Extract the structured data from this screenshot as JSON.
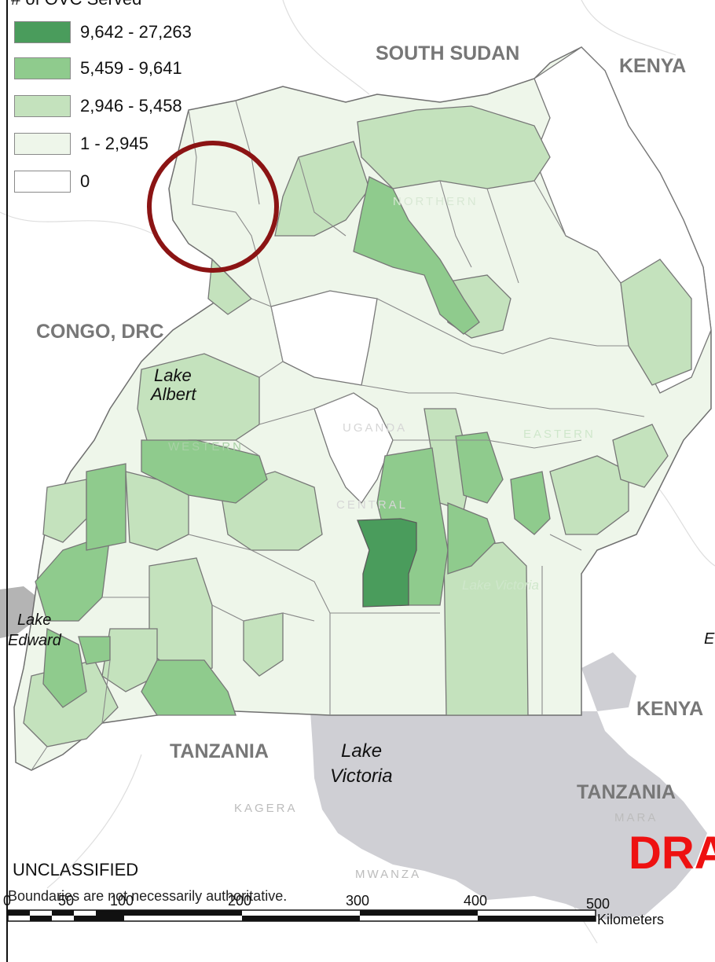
{
  "legend": {
    "title": "# of OVC Served",
    "items": [
      {
        "label": "9,642 - 27,263",
        "color": "#4a9c5c"
      },
      {
        "label": "5,459 - 9,641",
        "color": "#8fcb8d"
      },
      {
        "label": "2,946 - 5,458",
        "color": "#c4e2bd"
      },
      {
        "label": "1 - 2,945",
        "color": "#eef6ea"
      },
      {
        "label": "0",
        "color": "#ffffff"
      }
    ]
  },
  "labels": {
    "countries": {
      "south_sudan": "SOUTH SUDAN",
      "kenya_north": "KENYA",
      "congo": "CONGO, DRC",
      "tanzania_west": "TANZANIA",
      "kenya_east": "KENYA",
      "tanzania_east": "TANZANIA"
    },
    "lakes": {
      "albert_1": "Lake",
      "albert_2": "Albert",
      "edward_1": "Lake",
      "edward_2": "Edward",
      "victoria_1": "Lake",
      "victoria_2": "Victoria",
      "victoria_faint": "Lake Victoria",
      "right_edge": "E"
    },
    "regions": {
      "northern": "NORTHERN",
      "uganda": "UGANDA",
      "western": "WESTERN",
      "central": "CENTRAL",
      "eastern": "EASTERN",
      "kagera": "KAGERA",
      "mara": "MARA",
      "mwanza": "MWANZA"
    }
  },
  "classification": "UNCLASSIFIED",
  "disclaimer": "Boundaries are not necessarily authoritative.",
  "draft_stamp": "DRA",
  "scale_bar": {
    "ticks": [
      "0",
      "50",
      "100",
      "200",
      "300",
      "400",
      "500"
    ],
    "unit": "Kilometers"
  },
  "highlight": {
    "color": "#8b1414"
  }
}
